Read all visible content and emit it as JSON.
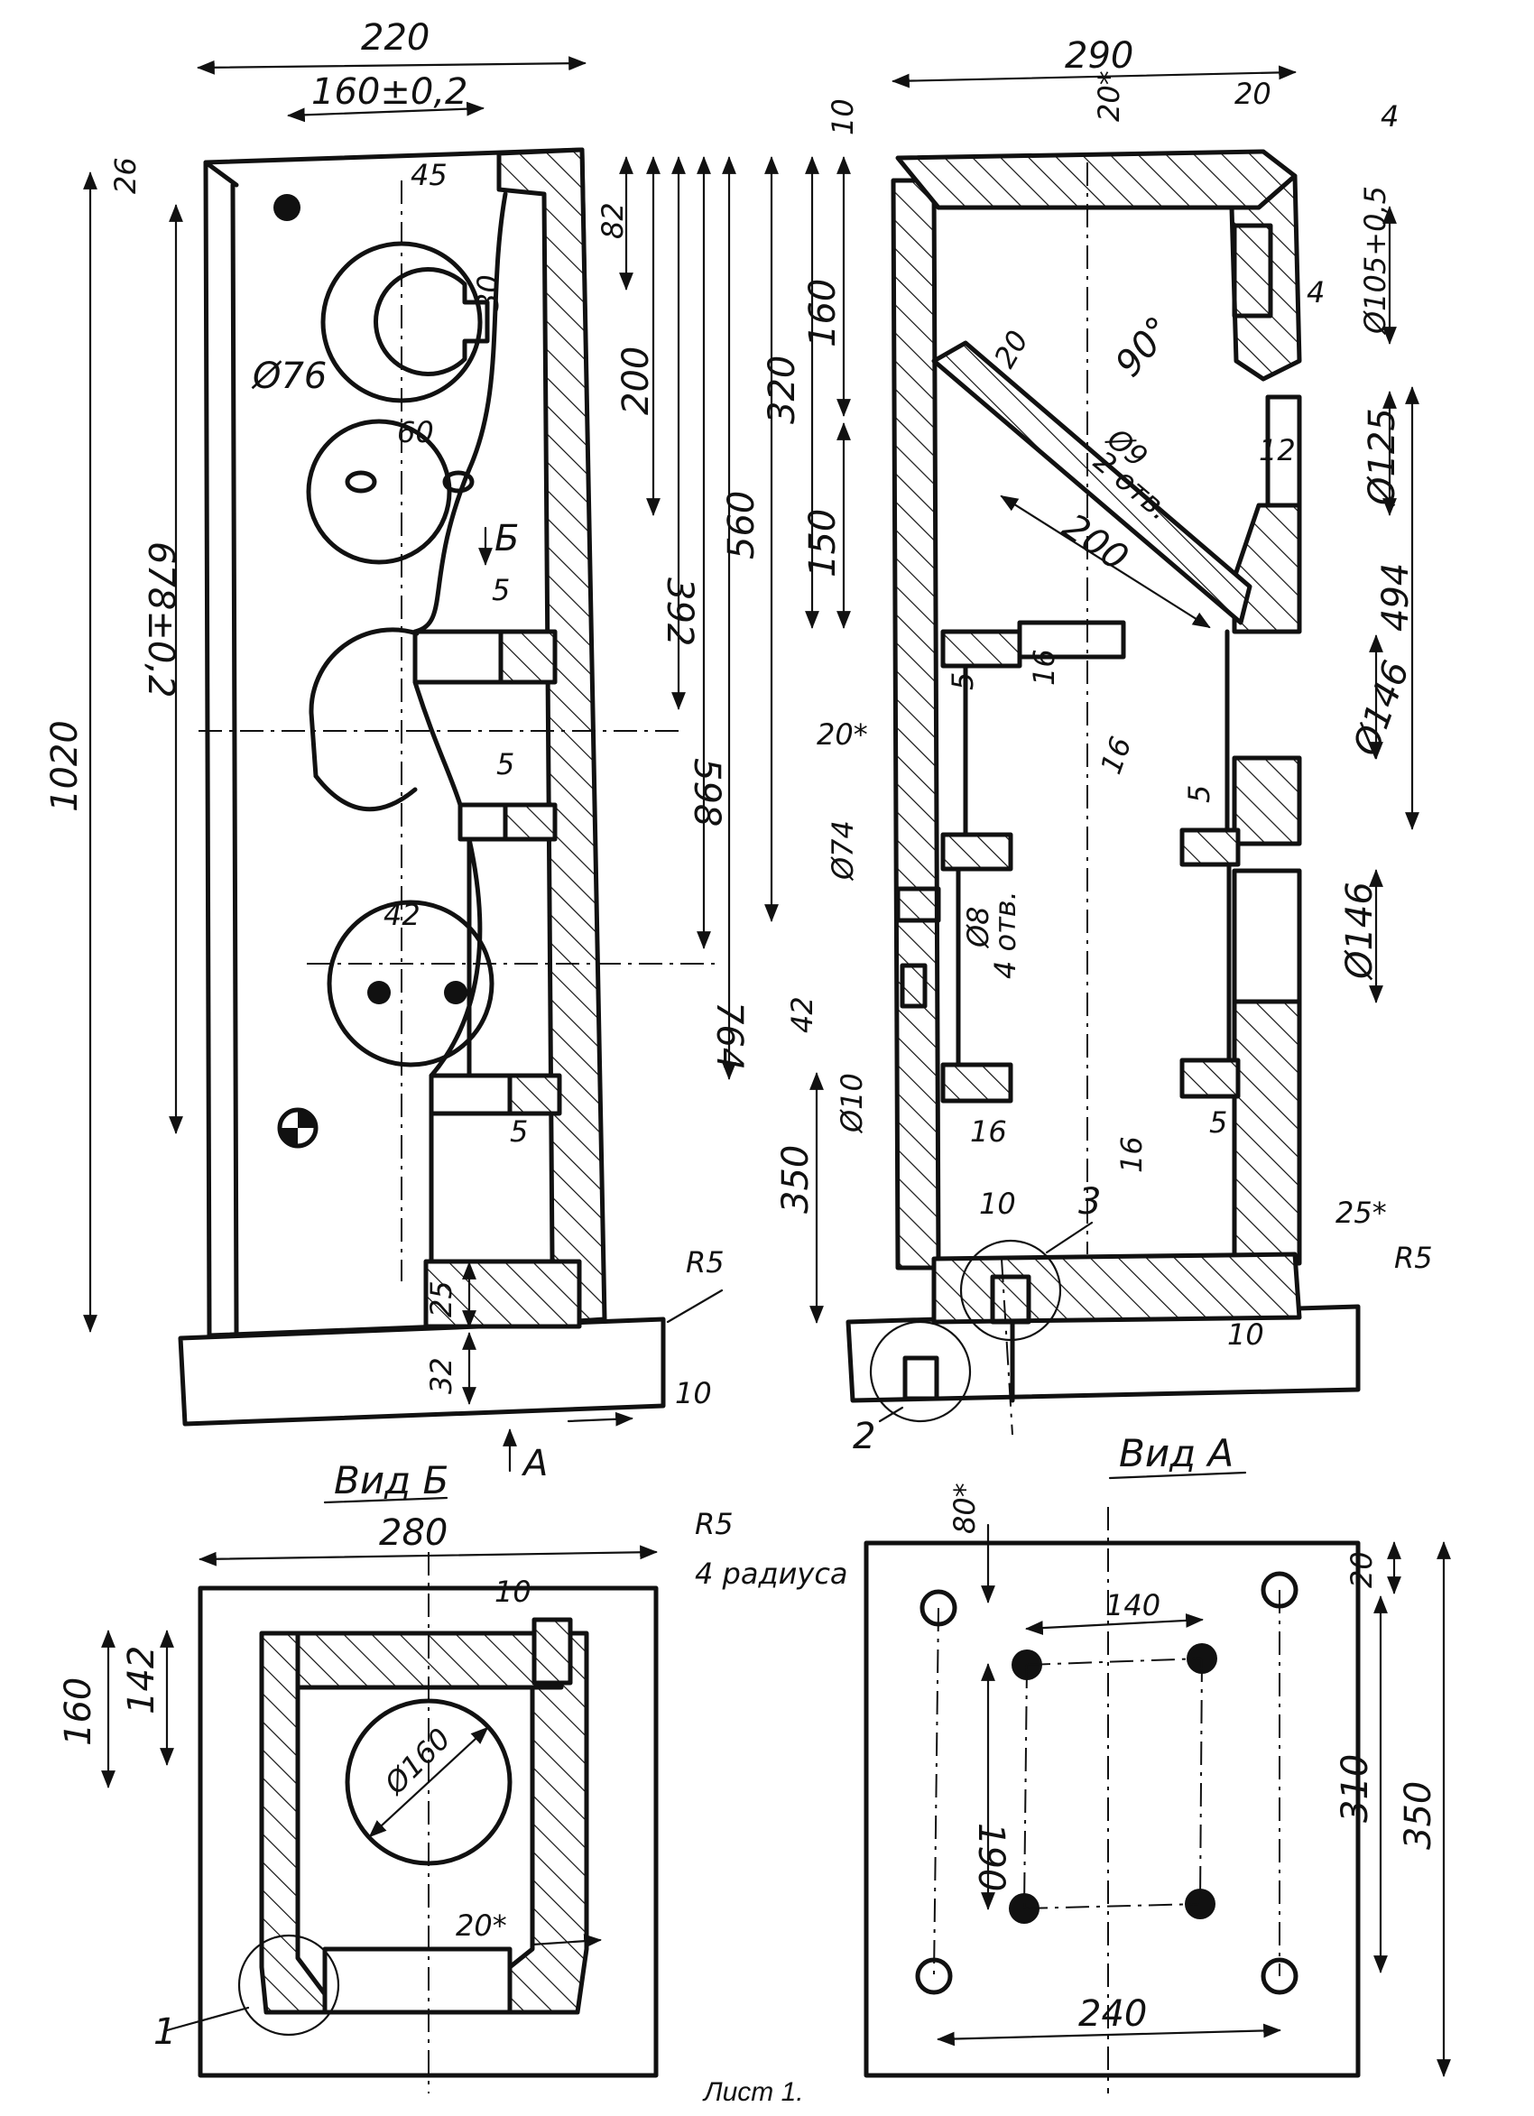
{
  "sheet_label": "Лист 1.",
  "views": {
    "front_section": {
      "title": "",
      "dims": {
        "w220": "220",
        "d160": "160±0,2",
        "d45": "45",
        "d26": "26",
        "d82": "82",
        "d30": "30",
        "d200": "200",
        "d76": "Ø76",
        "d60": "60",
        "d1020": "1020",
        "d678": "678±0,2",
        "d392": "392",
        "d598": "598",
        "d764": "764",
        "d5a": "5",
        "d5b": "5",
        "d5c": "5",
        "d42": "42",
        "d25": "25",
        "d32": "32",
        "d10": "10",
        "r5": "R5",
        "marker_b": "Б",
        "marker_a": "А"
      }
    },
    "side_section": {
      "title": "",
      "dims": {
        "w290": "290",
        "d20s": "20*",
        "d20": "20",
        "d10": "10",
        "d4": "4",
        "d105": "Ø105+0,5",
        "d4b": "4",
        "d320": "320",
        "d160": "160",
        "d560": "560",
        "d20b": "20",
        "d90": "90°",
        "d9": "Ø9",
        "otv2": "2 отв.",
        "d12": "12",
        "d125": "Ø125",
        "d150": "150",
        "d200": "200",
        "d494": "494",
        "d16a": "16",
        "d146a": "Ø146",
        "d20c": "20*",
        "d5a": "5",
        "d16b": "16",
        "d5b": "5",
        "d74": "Ø74",
        "d8": "Ø8",
        "otv4": "4 отв.",
        "d146b": "Ø146",
        "d42": "42",
        "d10b": "Ø10",
        "d16c": "16",
        "d16d": "16",
        "d5c": "5",
        "d350": "350",
        "d10c": "10",
        "d25": "25*",
        "r5": "R5",
        "d10d": "10",
        "call3": "3",
        "call2": "2"
      }
    },
    "view_b": {
      "title": "Вид Б",
      "dims": {
        "w280": "280",
        "r5": "R5",
        "r5note": "4 радиуса",
        "d10": "10",
        "d160": "160",
        "d142": "142",
        "d160c": "Ø160",
        "d20": "20*",
        "call1": "1"
      }
    },
    "view_a": {
      "title": "Вид А",
      "dims": {
        "d80": "80*",
        "d140": "140",
        "d20": "20",
        "d190": "190",
        "d310": "310",
        "d350": "350",
        "d240": "240"
      }
    }
  }
}
